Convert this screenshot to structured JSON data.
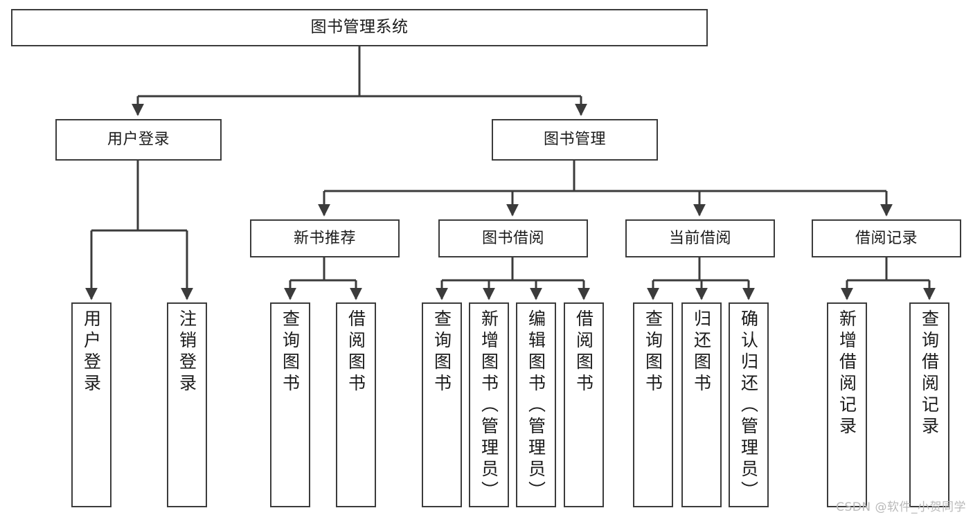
{
  "diagram": {
    "kind": "tree-hierarchy-chart",
    "title": "图书管理系统",
    "line_color": "#3b3b3b",
    "box_fill": "#ffffff",
    "text_color": "#1a1a1a",
    "watermark": "CSDN @软件_小贺同学"
  },
  "nodes": {
    "root": {
      "label": "图书管理系统"
    },
    "level1": [
      {
        "id": "user-login",
        "label": "用户登录"
      },
      {
        "id": "book-manage",
        "label": "图书管理"
      }
    ],
    "level2": [
      {
        "id": "new-book-recommend",
        "label": "新书推荐"
      },
      {
        "id": "book-borrow",
        "label": "图书借阅"
      },
      {
        "id": "current-borrow",
        "label": "当前借阅"
      },
      {
        "id": "borrow-record",
        "label": "借阅记录"
      }
    ],
    "leaves": {
      "user_login": [
        {
          "id": "leaf-user-login",
          "label": "用户登录"
        },
        {
          "id": "leaf-logout-login",
          "label": "注销登录"
        }
      ],
      "new_book_recommend": [
        {
          "id": "leaf-query-book-1",
          "label": "查询图书"
        },
        {
          "id": "leaf-borrow-book-1",
          "label": "借阅图书"
        }
      ],
      "book_borrow": [
        {
          "id": "leaf-query-book-2",
          "label": "查询图书"
        },
        {
          "id": "leaf-add-book-admin",
          "label": "新增图书（管理员）"
        },
        {
          "id": "leaf-edit-book-admin",
          "label": "编辑图书（管理员）"
        },
        {
          "id": "leaf-borrow-book-2",
          "label": "借阅图书"
        }
      ],
      "current_borrow": [
        {
          "id": "leaf-query-book-3",
          "label": "查询图书"
        },
        {
          "id": "leaf-return-book",
          "label": "归还图书"
        },
        {
          "id": "leaf-confirm-return-admin",
          "label": "确认归还（管理员）"
        }
      ],
      "borrow_record": [
        {
          "id": "leaf-add-borrow-record",
          "label": "新增借阅记录"
        },
        {
          "id": "leaf-query-borrow-record",
          "label": "查询借阅记录"
        }
      ]
    }
  }
}
